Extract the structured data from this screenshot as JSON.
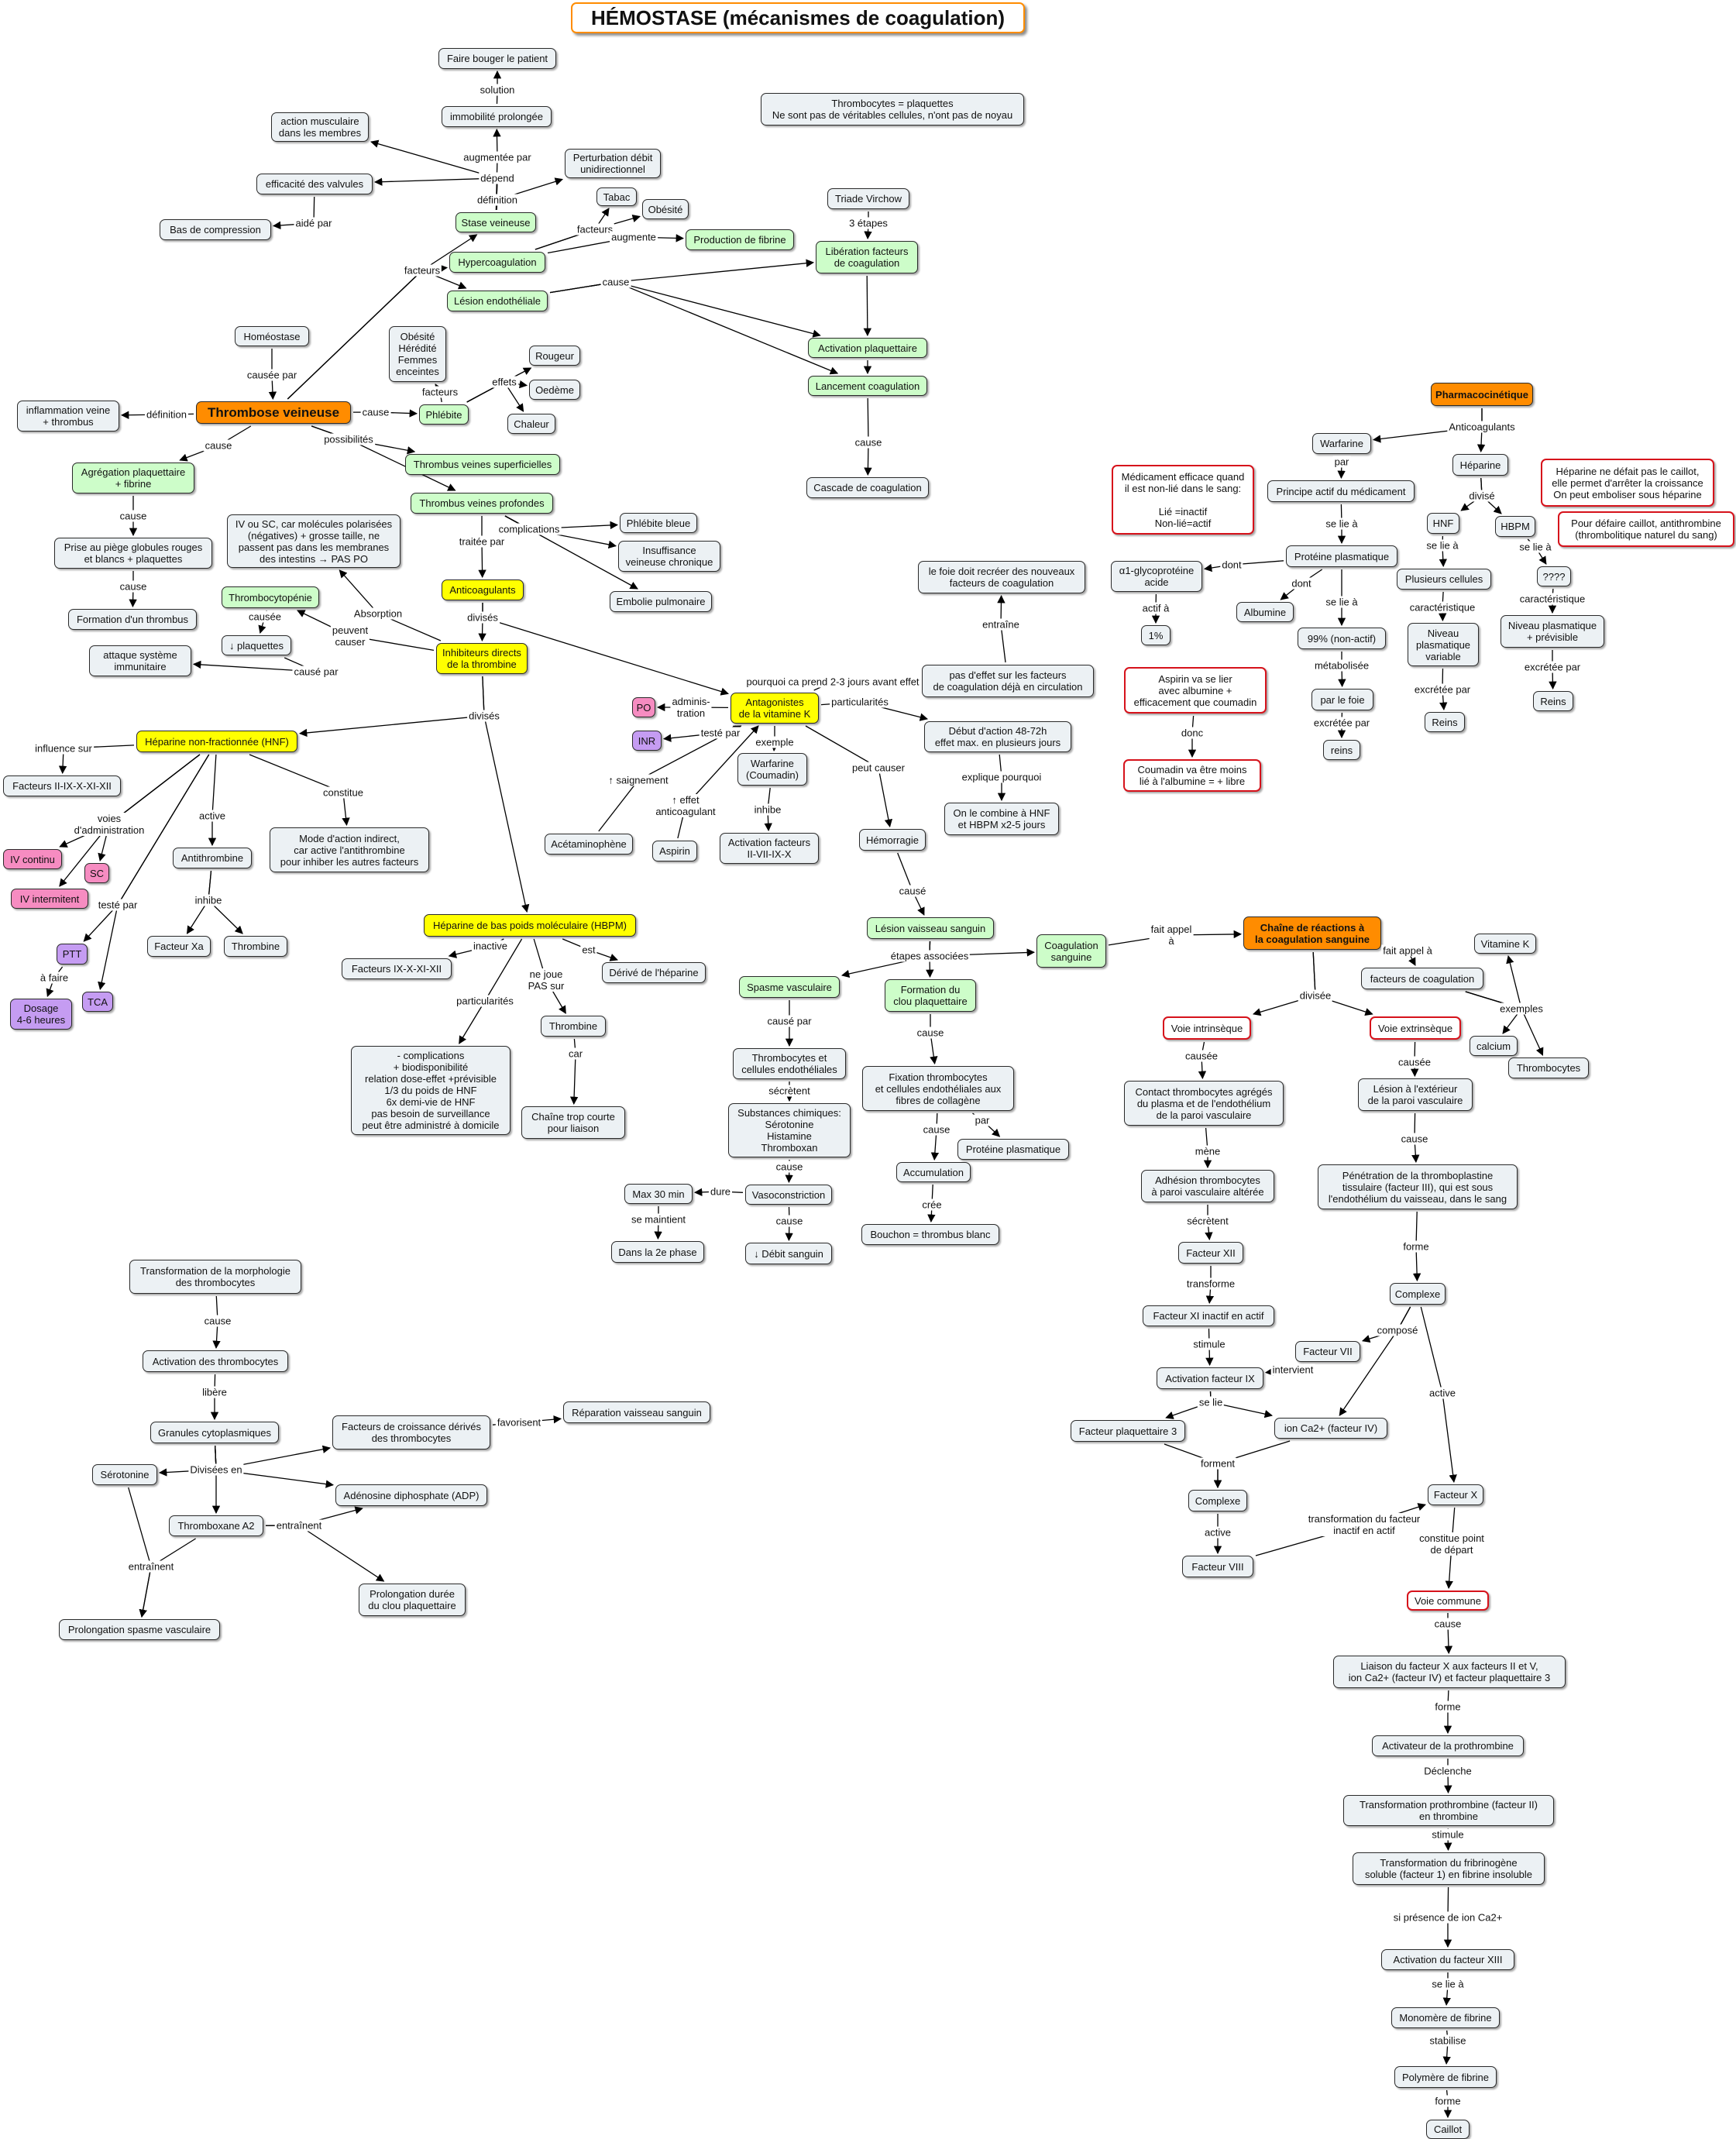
{
  "title": "HÉMOSTASE (mécanismes de coagulation)",
  "nodes": {
    "faire_bouger": "Faire bouger le patient",
    "immobilite": "immobilité prolongée",
    "action_musc": "action musculaire\ndans les membres",
    "efficacite_valvules": "efficacité des valvules",
    "bas_compression": "Bas de compression",
    "perturbation": "Perturbation débit\nunidirectionnel",
    "tabac": "Tabac",
    "obesite": "Obésité",
    "stase": "Stase veineuse",
    "hypercoag": "Hypercoagulation",
    "lesion_endo": "Lésion endothéliale",
    "production_fibrine": "Production de fibrine",
    "plaquettes_note": "Thrombocytes = plaquettes\nNe sont pas de véritables cellules, n'ont pas de noyau",
    "triade": "Triade Virchow",
    "liberation": "Libération facteurs\nde coagulation",
    "activation_plaq": "Activation plaquettaire",
    "lancement": "Lancement coagulation",
    "cascade": "Cascade de coagulation",
    "homeostase": "Homéostase",
    "obesite_list": "Obésité\nHérédité\nFemmes\nenceintes",
    "rougeur": "Rougeur",
    "oedeme": "Oedème",
    "chaleur": "Chaleur",
    "phlebite": "Phlébite",
    "inflammation": "inflammation veine\n+ thrombus",
    "thrombose": "Thrombose veineuse",
    "agregation": "Agrégation plaquettaire\n+ fibrine",
    "piege": "Prise au piège globules rouges\net blancs + plaquettes",
    "formation_thrombus": "Formation d'un thrombus",
    "tv_superf": "Thrombus veines superficielles",
    "tv_prof": "Thrombus veines profondes",
    "phlebite_bleue": "Phlébite bleue",
    "insuffisance": "Insuffisance\nveineuse chronique",
    "embolie": "Embolie pulmonaire",
    "ivsc": "IV ou SC, car molécules polarisées\n(négatives) + grosse taille, ne\npassent pas dans les membranes\ndes intestins → PAS PO",
    "anticoag_node": "Anticoagulants",
    "thrombocytopenie": "Thrombocytopénie",
    "baisse_plaquettes": "↓ plaquettes",
    "attaque": "attaque système\nimmunitaire",
    "inhibiteurs": "Inhibiteurs directs\nde la thrombine",
    "foie": "le foie doit recréer des nouveaux\nfacteurs de coagulation",
    "pas_effet": "pas d'effet sur les facteurs\nde coagulation déjà en circulation",
    "po": "PO",
    "inr": "INR",
    "antagonistes": "Antagonistes\nde la vitamine K",
    "debut_action": "Début d'action 48-72h\neffet max. en plusieurs jours",
    "combine": "On le combine à HNF\net HBPM x2-5 jours",
    "warfarine_c": "Warfarine\n(Coumadin)",
    "activation_facteurs": "Activation facteurs\nII-VII-IX-X",
    "acetaminophene": "Acétaminophène",
    "aspirin": "Aspirin",
    "hemorragie": "Hémorragie",
    "hnf": "Héparine non-fractionnée (HNF)",
    "facteurs_ii": "Facteurs II-IX-X-XI-XII",
    "iv_continu": "IV continu",
    "sc": "SC",
    "iv_intermittent": "IV intermitent",
    "antithrombine": "Antithrombine",
    "mode_action": "Mode d'action indirect,\ncar active l'antithrombine\npour inhiber les autres facteurs",
    "ptt": "PTT",
    "tca": "TCA",
    "dosage": "Dosage\n4-6 heures",
    "facteur_xa": "Facteur Xa",
    "thrombine_a": "Thrombine",
    "hbpm_big": "Héparine de bas poids moléculaire (HBPM)",
    "facteurs_ix": "Facteurs IX-X-XI-XII",
    "derive": "Dérivé de l'héparine",
    "thrombine_b": "Thrombine",
    "complications_hbpm": "- complications\n+ biodisponibilité\nrelation dose-effet +prévisible\n1/3 du poids de HNF\n6x demi-vie de HNF\npas besoin de surveillance\npeut être administré à domicile",
    "chaine_courte": "Chaîne trop courte\npour liaison",
    "lesion_vaisseau": "Lésion vaisseau sanguin",
    "coag_sanguine": "Coagulation\nsanguine",
    "spasme": "Spasme vasculaire",
    "formation_clou": "Formation du\nclou plaquettaire",
    "thrombo_endo": "Thrombocytes et\ncellules endothéliales",
    "substances": "Substances chimiques:\nSérotonine\nHistamine\nThromboxan",
    "fixation": "Fixation thrombocytes\net cellules endothéliales aux\nfibres de collagène",
    "proteine_plasm_b": "Protéine plasmatique",
    "accumulation": "Accumulation",
    "bouchon": "Bouchon = thrombus blanc",
    "max30": "Max 30 min",
    "vasoconstriction": "Vasoconstriction",
    "dans2e": "Dans la 2e phase",
    "debit": "↓ Débit sanguin",
    "pharmacocinetique": "Pharmacocinétique",
    "warfarine_r": "Warfarine",
    "heparine_r": "Héparine",
    "principe": "Principe actif du médicament",
    "medicament_note": "Médicament efficace quand\nil est non-lié dans le sang:\n\nLié =inactif\nNon-lié=actif",
    "heparine_note": "Héparine ne défait pas le caillot,\nelle permet d'arrêter la croissance\nOn peut emboliser sous héparine",
    "pour_defaire": "Pour défaire caillot, antithrombine\n(thrombolitique naturel du sang)",
    "hnf_r": "HNF",
    "hbpm_r": "HBPM",
    "proteine_plasm": "Protéine plasmatique",
    "alpha1": "α1-glycoprotéine\nacide",
    "un_pct": "1%",
    "albumine": "Albumine",
    "pct99": "99% (non-actif)",
    "plusieurs_cellules": "Plusieurs cellules",
    "qqqq": "????",
    "par_foie": "par le foie",
    "reins_a": "reins",
    "niveau_variable": "Niveau\nplasmatique\nvariable",
    "niveau_previsible": "Niveau plasmatique\n+ prévisible",
    "reins_b": "Reins",
    "reins_c": "Reins",
    "aspirin_note": "Aspirin va se lier\navec albumine +\nefficacement que coumadin",
    "coumadin_note": "Coumadin va être moins\nlié à l'albumine  = + libre",
    "chaine_reactions": "Chaîne de réactions à\nla coagulation sanguine",
    "facteurs_coag": "facteurs de coagulation",
    "vitamine_k": "Vitamine K",
    "calcium": "calcium",
    "thrombocytes": "Thrombocytes",
    "voie_intrinseque": "Voie intrinsèque",
    "voie_extrinseque": "Voie extrinsèque",
    "contact": "Contact thrombocytes agrégés\ndu plasma et de l'endothélium\nde la paroi vasculaire",
    "lesion_ext": "Lésion à l'extérieur\nde la paroi vasculaire",
    "adhesion": "Adhésion thrombocytes\nà paroi vasculaire altérée",
    "penetration": "Pénétration de la thromboplastine\ntissulaire (facteur III), qui est sous\nl'endothélium du vaisseau, dans le sang",
    "facteur_xii": "Facteur XII",
    "facteur_xi": "Facteur XI inactif en actif",
    "complexe_a": "Complexe",
    "facteur_vii": "Facteur VII",
    "activation_ix": "Activation facteur IX",
    "facteur_plaq3": "Facteur plaquettaire 3",
    "ion_ca": "ion Ca2+ (facteur IV)",
    "complexe_b": "Complexe",
    "facteur_x": "Facteur X",
    "facteur_viii": "Facteur VIII",
    "voie_commune": "Voie commune",
    "liaison": "Liaison du facteur X aux facteurs II et V,\nion Ca2+ (facteur IV) et facteur plaquettaire 3",
    "activateur": "Activateur de la prothrombine",
    "transformation_pro": "Transformation prothrombine (facteur II)\nen thrombine",
    "transformation_fib": "Transformation du fribrinogène\nsoluble (facteur 1) en fibrine insoluble",
    "activation_xiii": "Activation du facteur XIII",
    "monomere": "Monomère de fibrine",
    "polymere": "Polymère de fibrine",
    "caillot": "Caillot",
    "transformation_morph": "Transformation de la morphologie\ndes thrombocytes",
    "activation_thrombo": "Activation des thrombocytes",
    "granules": "Granules cytoplasmiques",
    "facteurs_croissance": "Facteurs de croissance dérivés\ndes thrombocytes",
    "reparation": "Réparation vaisseau sanguin",
    "serotonine": "Sérotonine",
    "adp": "Adénosine diphosphate (ADP)",
    "thromboxane": "Thromboxane A2",
    "prolongation_duree": "Prolongation durée\ndu clou plaquettaire",
    "prolongation_spasme": "Prolongation spasme vasculaire"
  },
  "labels": {
    "solution": "solution",
    "augmentee_par": "augmentée par",
    "depend": "dépend",
    "definition_a": "définition",
    "aide_par": "aidé par",
    "facteurs_a": "facteurs",
    "augmente": "augmente",
    "facteurs_b": "facteurs",
    "cause_a": "cause",
    "trois_etapes": "3 étapes",
    "cause_b": "cause",
    "causee_par": "causée par",
    "definition_b": "définition",
    "cause_c": "cause",
    "facteurs_c": "facteurs",
    "effets": "effets",
    "cause_d": "cause",
    "possibilites": "possibilités",
    "cause_e": "cause",
    "cause_f": "cause",
    "complications": "complications",
    "traitee_par": "traitée par",
    "divises_a": "divisés",
    "absorption": "Absorption",
    "causee_b": "causée",
    "peuvent_causer": "peuvent\ncauser",
    "cause_par": "causé par",
    "pourquoi": "pourquoi ca prend 2-3 jours avant effet",
    "entraine": "entraîne",
    "administration": "adminis-\ntration",
    "teste_par_a": "testé par",
    "particularites_a": "particularités",
    "explique": "explique pourquoi",
    "exemple": "exemple",
    "inhibe_a": "inhibe",
    "saignement": "↑ saignement",
    "effet_anticoag": "↑ effet\nanticoagulant",
    "peut_causer": "peut causer",
    "cause_g": "causé",
    "divises_b": "divisés",
    "influence_sur": "influence sur",
    "voies": "voies\nd'administration",
    "active_a": "active",
    "constitue": "constitue",
    "teste_par_b": "testé par",
    "a_faire": "à faire",
    "inhibe_b": "inhibe",
    "inactive": "inactive",
    "est": "est",
    "ne_joue": "ne joue\nPAS sur",
    "particularites_b": "particularités",
    "car": "car",
    "etapes": "étapes associées",
    "fait_appel_a": "fait appel\nà",
    "cause_par_b": "causé par",
    "cause_h": "cause",
    "secretent_a": "sécrètent",
    "cause_i": "cause",
    "par_b": "par",
    "cree": "crée",
    "cause_j": "cause",
    "dure": "dure",
    "se_maintient": "se maintient",
    "cause_k": "cause",
    "anticoagulants": "Anticoagulants",
    "par_c": "par",
    "divise": "divisé",
    "se_lie_a": "se lie à",
    "dont_a": "dont",
    "dont_b": "dont",
    "se_lie_b": "se lie à",
    "se_lie_c": "se lie à",
    "actif_a": "actif à",
    "se_lie_d": "se lie à",
    "caracteristique_a": "caractéristique",
    "caracteristique_b": "caractéristique",
    "metabolisee": "métabolisée",
    "excretee_a": "excrétée par",
    "excretee_b": "excrétée par",
    "excretee_c": "excrétée par",
    "donc": "donc",
    "fait_appel_b": "fait appel à",
    "divisee": "divisée",
    "exemples": "exemples",
    "causee_c": "causée",
    "causee_d": "causée",
    "mene": "mène",
    "cause_l": "cause",
    "secretent_b": "sécrètent",
    "forme_a": "forme",
    "transforme": "transforme",
    "compose": "composé",
    "stimule_a": "stimule",
    "intervient": "intervient",
    "active_b": "active",
    "se_lie_e": "se lie",
    "forment": "forment",
    "active_c": "active",
    "transformation_facteur": "transformation du facteur\ninactif en actif",
    "constitue_point": "constitue point\nde départ",
    "cause_m": "cause",
    "forme_b": "forme",
    "declenche": "Déclenche",
    "stimule_b": "stimule",
    "si_presence": "si présence de ion Ca2+",
    "se_lie_f": "se lie à",
    "stabilise": "stabilise",
    "forme_c": "forme",
    "cause_n": "cause",
    "libere": "libère",
    "divisees_en": "Divisées en",
    "favorisent": "favorisent",
    "entrainent_a": "entraînent",
    "entrainent_b": "entraînent"
  },
  "colors": {
    "node_default": "#ecf1f4",
    "green": "#cdfdc9",
    "yellow": "#ffff00",
    "orange": "#ff8c00",
    "pink": "#f68cc1",
    "purple": "#c59cf2",
    "red_border": "#d6121b"
  }
}
